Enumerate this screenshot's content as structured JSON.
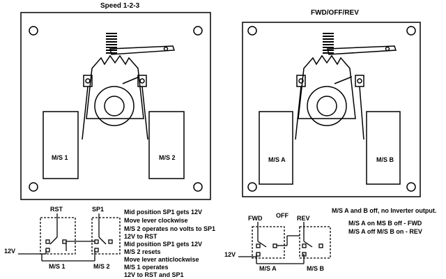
{
  "left_panel": {
    "title": "Speed 1-2-3",
    "switch_left": "M/S 1",
    "switch_right": "M/S 2"
  },
  "right_panel": {
    "title": "FWD/OFF/REV",
    "switch_left": "M/S A",
    "switch_right": "M/S B"
  },
  "left_circuit": {
    "terminal_rst": "RST",
    "terminal_sp1": "SP1",
    "supply": "12V",
    "switch_1": "M/S 1",
    "switch_2": "M/S 2"
  },
  "left_notes": [
    "Mid position  SP1 gets 12V",
    "Move lever clockwise",
    "M/S 2 operates  no volts to SP1",
    "12V to RST",
    "Mid position   SP1 gets 12V",
    "M/S 2 resets",
    "Move lever anticlockwise",
    "M/S 1 operates",
    "12V to RST and SP1"
  ],
  "right_circuit": {
    "terminal_fwd": "FWD",
    "terminal_off": "OFF",
    "terminal_rev": "REV",
    "supply": "12V",
    "switch_a": "M/S A",
    "switch_b": "M/S B"
  },
  "right_notes": [
    "M/S A and B off, no Inverter output.",
    "M/S A on MS B off - FWD",
    "M/S A off M/S B on - REV"
  ],
  "colors": {
    "line": "#000000",
    "background": "#ffffff"
  }
}
